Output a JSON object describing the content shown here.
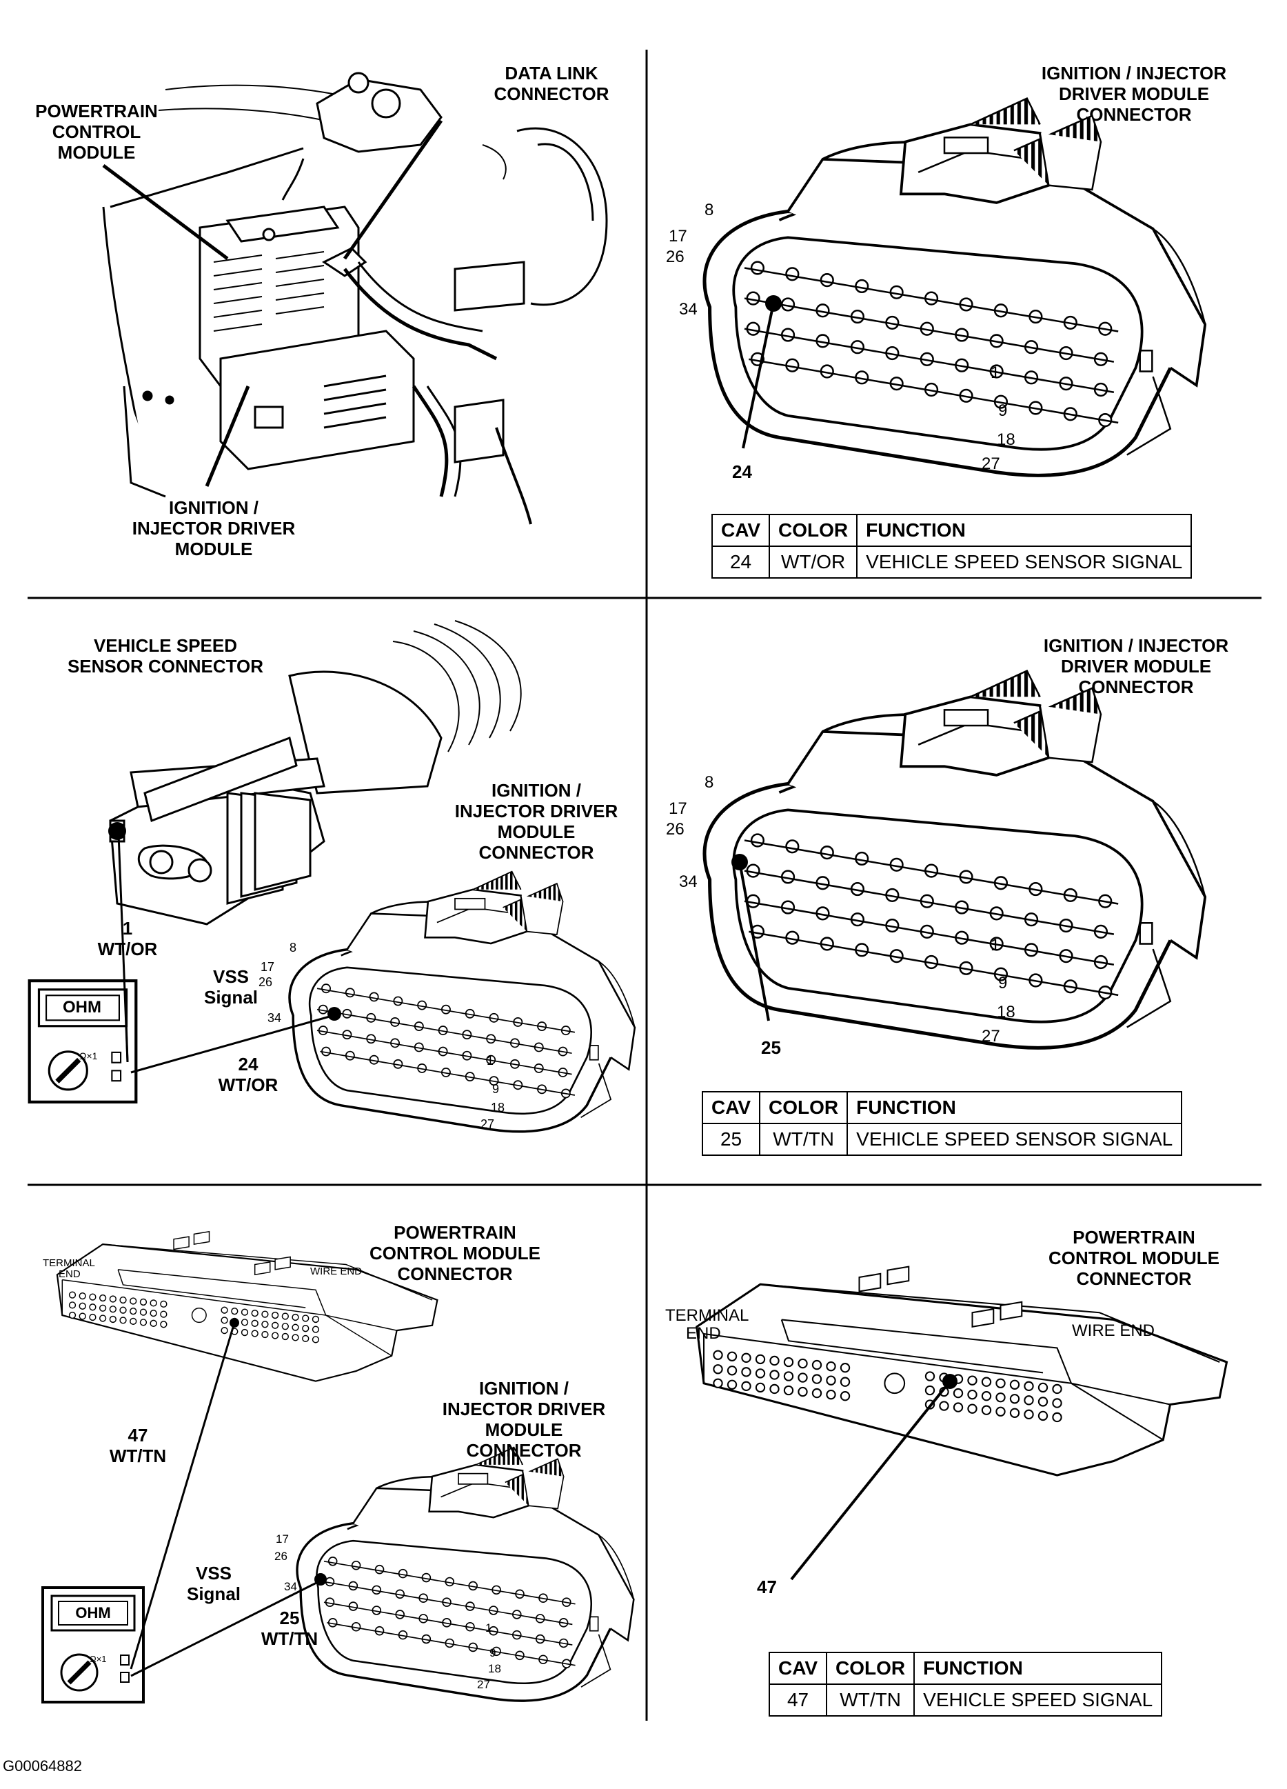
{
  "figure_id": "G00064882",
  "panels": {
    "p1": {
      "labels": {
        "pcm": [
          "POWERTRAIN",
          "CONTROL",
          "MODULE"
        ],
        "dlc": [
          "DATA LINK",
          "CONNECTOR"
        ],
        "idm": [
          "IGNITION /",
          "INJECTOR DRIVER",
          "MODULE"
        ]
      }
    },
    "p2": {
      "title": [
        "IGNITION / INJECTOR",
        "DRIVER MODULE",
        "CONNECTOR"
      ],
      "pins": {
        "p8": "8",
        "p17": "17",
        "p26": "26",
        "p34": "34",
        "p1": "1",
        "p9": "9",
        "p18": "18",
        "p27": "27"
      },
      "callout": "24",
      "table": {
        "headers": [
          "CAV",
          "COLOR",
          "FUNCTION"
        ],
        "row": [
          "24",
          "WT/OR",
          "VEHICLE SPEED SENSOR SIGNAL"
        ]
      }
    },
    "p3": {
      "vss_title": [
        "VEHICLE SPEED",
        "SENSOR CONNECTOR"
      ],
      "idm_title": [
        "IGNITION /",
        "INJECTOR DRIVER",
        "MODULE",
        "CONNECTOR"
      ],
      "pin1": [
        "1",
        "WT/OR"
      ],
      "vss_signal": [
        "VSS",
        "Signal"
      ],
      "pin24": [
        "24",
        "WT/OR"
      ],
      "meter": {
        "display": "OHM",
        "range": "Ω×1"
      },
      "pins": {
        "p8": "8",
        "p17": "17",
        "p26": "26",
        "p34": "34",
        "p1": "1",
        "p9": "9",
        "p18": "18",
        "p27": "27"
      }
    },
    "p4": {
      "title": [
        "IGNITION / INJECTOR",
        "DRIVER MODULE",
        "CONNECTOR"
      ],
      "pins": {
        "p8": "8",
        "p17": "17",
        "p26": "26",
        "p34": "34",
        "p1": "1",
        "p9": "9",
        "p18": "18",
        "p27": "27"
      },
      "callout": "25",
      "table": {
        "headers": [
          "CAV",
          "COLOR",
          "FUNCTION"
        ],
        "row": [
          "25",
          "WT/TN",
          "VEHICLE SPEED SENSOR SIGNAL"
        ]
      }
    },
    "p5": {
      "pcm_title": [
        "POWERTRAIN",
        "CONTROL MODULE",
        "CONNECTOR"
      ],
      "terminal_end": [
        "TERMINAL",
        "END"
      ],
      "wire_end": "WIRE END",
      "idm_title": [
        "IGNITION /",
        "INJECTOR DRIVER",
        "MODULE",
        "CONNECTOR"
      ],
      "pin47": [
        "47",
        "WT/TN"
      ],
      "vss_signal": [
        "VSS",
        "Signal"
      ],
      "pin25": [
        "25",
        "WT/TN"
      ],
      "meter": {
        "display": "OHM",
        "range": "Ω×1"
      },
      "pins": {
        "p17": "17",
        "p26": "26",
        "p34": "34",
        "p1": "1",
        "p9": "9",
        "p18": "18",
        "p27": "27"
      }
    },
    "p6": {
      "title": [
        "POWERTRAIN",
        "CONTROL MODULE",
        "CONNECTOR"
      ],
      "terminal_end": [
        "TERMINAL",
        "END"
      ],
      "wire_end": "WIRE END",
      "callout": "47",
      "table": {
        "headers": [
          "CAV",
          "COLOR",
          "FUNCTION"
        ],
        "row": [
          "47",
          "WT/TN",
          "VEHICLE SPEED SIGNAL"
        ]
      }
    }
  }
}
